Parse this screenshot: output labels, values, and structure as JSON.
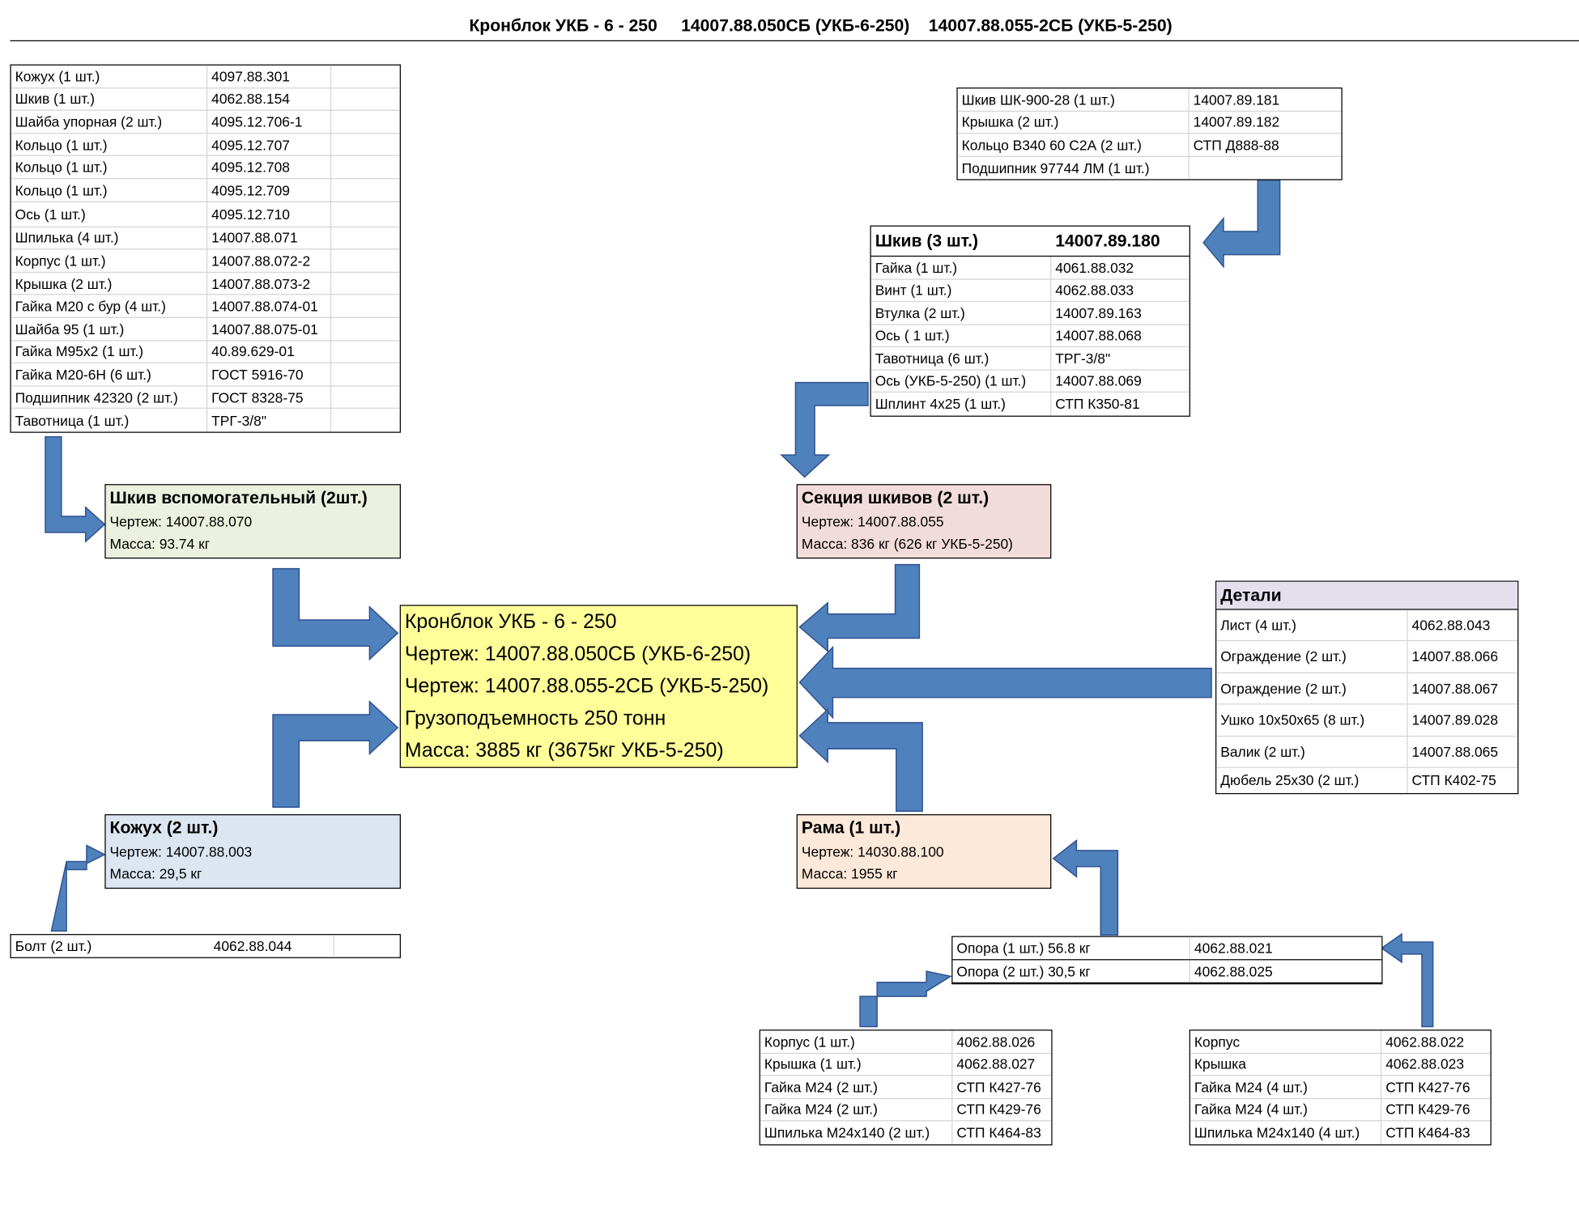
{
  "header": {
    "title": "Кронблок УКБ - 6 - 250     14007.88.050СБ (УКБ-6-250)    14007.88.055-2СБ (УКБ-5-250)"
  },
  "main_block": {
    "lines": [
      "Кронблок УКБ - 6 - 250",
      "Чертеж: 14007.88.050СБ (УКБ-6-250)",
      "Чертеж: 14007.88.055-2СБ (УКБ-5-250)",
      "Грузоподъемность 250 тонн",
      "Масса: 3885 кг (3675кг УКБ-5-250)"
    ],
    "color": "#ffff99"
  },
  "aux_sheave_parts": [
    [
      "Кожух (1 шт.)",
      "4097.88.301"
    ],
    [
      "Шкив (1 шт.)",
      "4062.88.154"
    ],
    [
      "Шайба упорная (2 шт.)",
      "4095.12.706-1"
    ],
    [
      "Кольцо (1 шт.)",
      "4095.12.707"
    ],
    [
      "Кольцо (1 шт.)",
      "4095.12.708"
    ],
    [
      "Кольцо (1 шт.)",
      "4095.12.709"
    ],
    [
      "Ось (1 шт.)",
      "4095.12.710"
    ],
    [
      "Шпилька (4 шт.)",
      "14007.88.071"
    ],
    [
      "Корпус (1 шт.)",
      "14007.88.072-2"
    ],
    [
      "Крышка (2 шт.)",
      "14007.88.073-2"
    ],
    [
      "Гайка М20 с бур (4 шт.)",
      "14007.88.074-01"
    ],
    [
      "Шайба 95 (1 шт.)",
      "14007.88.075-01"
    ],
    [
      "Гайка М95х2 (1 шт.)",
      "40.89.629-01"
    ],
    [
      "Гайка М20-6Н (6 шт.)",
      "ГОСТ 5916-70"
    ],
    [
      "Подшипник 42320 (2 шт.)",
      "ГОСТ 8328-75"
    ],
    [
      "Тавотница (1 шт.)",
      "ТРГ-3/8\""
    ]
  ],
  "aux_sheave": {
    "title": "Шкив вспомогательный (2шт.)",
    "drawing": "Чертеж: 14007.88.070",
    "mass": "Масса:  93.74 кг",
    "color": "#ebf1de"
  },
  "casing": {
    "title": "Кожух (2 шт.)",
    "drawing": "Чертеж: 14007.88.003",
    "mass": "Масса: 29,5 кг",
    "color": "#dce6f1"
  },
  "bolt_row": [
    "Болт (2 шт.)",
    "4062.88.044"
  ],
  "sheave_sk_parts": [
    [
      "Шкив ШК-900-28 (1 шт.)",
      "14007.89.181"
    ],
    [
      "Крышка (2 шт.)",
      "14007.89.182"
    ],
    [
      "Кольцо В340 60 С2А (2 шт.)",
      "СТП Д888-88"
    ],
    [
      "Подшипник 97744 ЛМ (1 шт.)",
      ""
    ]
  ],
  "sheave3": {
    "title": "Шкив (3 шт.)",
    "code": "14007.89.180",
    "rows": [
      [
        "Гайка (1 шт.)",
        "4061.88.032"
      ],
      [
        "Винт (1 шт.)",
        "4062.88.033"
      ],
      [
        "Втулка (2 шт.)",
        "14007.89.163"
      ],
      [
        "Ось ( 1 шт.)",
        "14007.88.068"
      ],
      [
        "Тавотница (6 шт.)",
        "ТРГ-3/8\""
      ],
      [
        "Ось (УКБ-5-250) (1 шт.)",
        "14007.88.069"
      ],
      [
        "Шплинт 4х25 (1 шт.)",
        "СТП К350-81"
      ]
    ]
  },
  "sheave_section": {
    "title": "Секция шкивов (2 шт.)",
    "drawing": "Чертеж: 14007.88.055",
    "mass": "Масса:  836 кг (626 кг УКБ-5-250)",
    "color": "#f2dcdb"
  },
  "details": {
    "title": "Детали",
    "color": "#e4dfec",
    "rows": [
      [
        "Лист (4 шт.)",
        "4062.88.043"
      ],
      [
        "Ограждение (2 шт.)",
        "14007.88.066"
      ],
      [
        "Ограждение (2 шт.)",
        "14007.88.067"
      ],
      [
        "Ушко 10х50х65 (8 шт.)",
        "14007.89.028"
      ],
      [
        "Валик (2 шт.)",
        "14007.88.065"
      ],
      [
        "Дюбель 25х30 (2 шт.)",
        "СТП К402-75"
      ]
    ]
  },
  "frame": {
    "title": "Рама (1 шт.)",
    "drawing": "Чертеж: 14030.88.100",
    "mass": "Масса: 1955 кг",
    "color": "#fde9d9"
  },
  "supports": [
    [
      "Опора (1 шт.) 56.8 кг",
      "4062.88.021"
    ],
    [
      "Опора (2 шт.) 30,5 кг",
      "4062.88.025"
    ]
  ],
  "support_left_parts": [
    [
      "Корпус  (1 шт.)",
      "4062.88.026"
    ],
    [
      "Крышка (1 шт.)",
      "4062.88.027"
    ],
    [
      "Гайка М24 (2 шт.)",
      "СТП К427-76"
    ],
    [
      "Гайка М24 (2 шт.)",
      "СТП К429-76"
    ],
    [
      "Шпилька М24х140 (2 шт.)",
      "СТП К464-83"
    ]
  ],
  "support_right_parts": [
    [
      "Корпус",
      "4062.88.022"
    ],
    [
      "Крышка",
      "4062.88.023"
    ],
    [
      "Гайка М24 (4 шт.)",
      "СТП К427-76"
    ],
    [
      "Гайка М24 (4 шт.)",
      "СТП К429-76"
    ],
    [
      "Шпилька М24х140 (4 шт.)",
      "СТП К464-83"
    ]
  ],
  "arrow_color": "#4f81bd"
}
